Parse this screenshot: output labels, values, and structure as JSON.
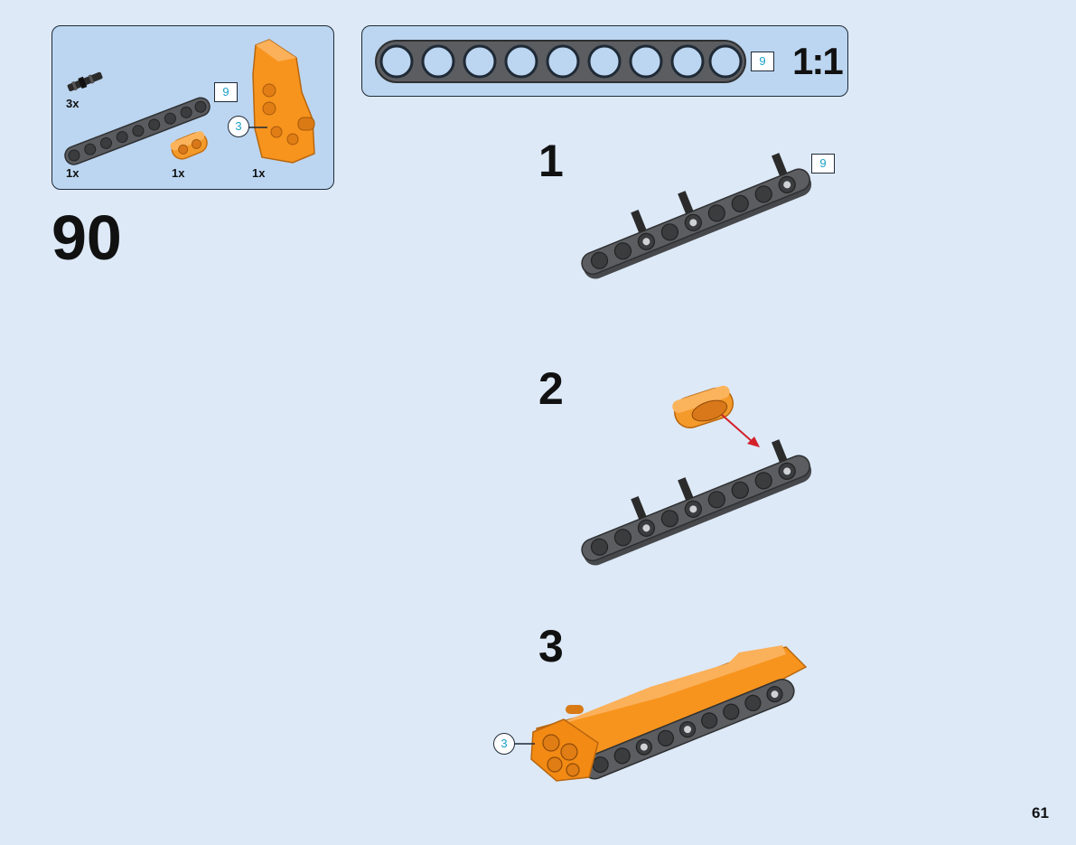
{
  "step": "90",
  "page_number": "61",
  "parts_panel": {
    "parts": [
      {
        "name": "axle-pin",
        "qty": "3x"
      },
      {
        "name": "beam",
        "qty": "1x",
        "length": "9"
      },
      {
        "name": "orange-connector",
        "qty": "1x"
      },
      {
        "name": "orange-panel",
        "qty": "1x",
        "callout": "3"
      }
    ]
  },
  "ruler": {
    "length": "9",
    "scale": "1:1"
  },
  "substeps": [
    {
      "number": "1",
      "length": "9"
    },
    {
      "number": "2"
    },
    {
      "number": "3",
      "callout": "3"
    }
  ],
  "colors": {
    "background": "#dde9f7",
    "panel": "#bcd6f1",
    "beam": "#5b5d60",
    "orange": "#f7941d",
    "arrow": "#d3202a",
    "callout_text": "#1aa0c8"
  }
}
